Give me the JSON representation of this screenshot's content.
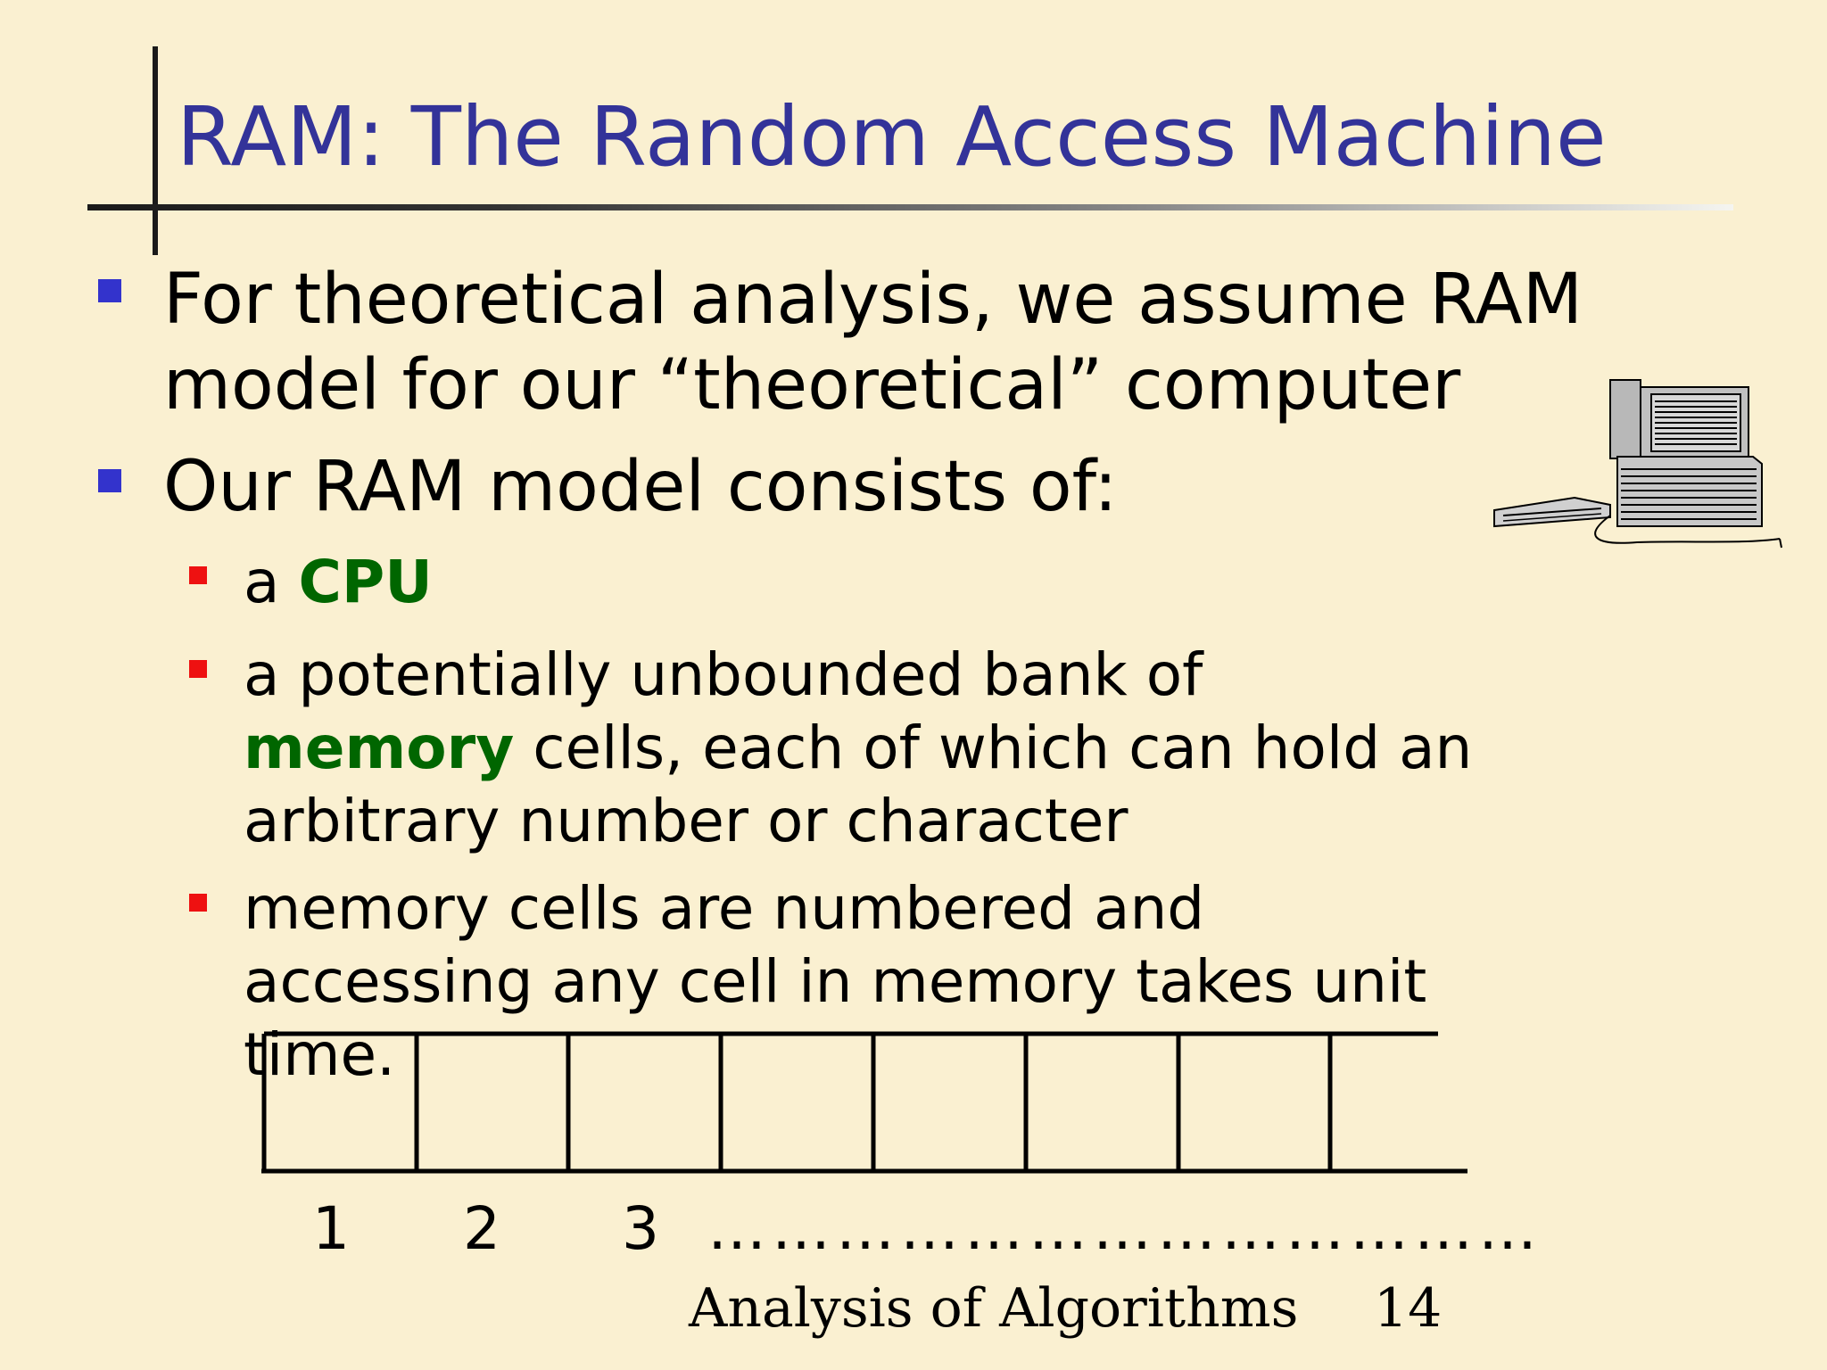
{
  "title": "RAM: The Random Access Machine",
  "bullets": [
    {
      "lines": [
        "For theoretical analysis, we  assume RAM",
        "model for our “theoretical” computer"
      ]
    },
    {
      "lines": [
        "Our RAM model consists of:"
      ]
    }
  ],
  "sub_bullets": [
    {
      "prefix": "a ",
      "highlight": "CPU"
    },
    {
      "line1": "a potentially unbounded bank of",
      "line2_highlight": "memory",
      "line2_rest": " cells, each of which can hold an",
      "line3": "arbitrary number or character"
    },
    {
      "line1": "memory cells are numbered and",
      "line2": "accessing any cell in memory takes unit",
      "line3": "time."
    }
  ],
  "memory_indices": [
    "1",
    "2",
    "3"
  ],
  "memory_ellipsis": "…………………………………",
  "footer": {
    "text": "Analysis of Algorithms",
    "page_number": "14"
  },
  "colors": {
    "background": "#faf0d1",
    "title": "#333399",
    "bullet_level1": "#3333cc",
    "bullet_level2": "#ee1111",
    "highlight": "#006600"
  },
  "icons": [
    "computer-icon"
  ]
}
